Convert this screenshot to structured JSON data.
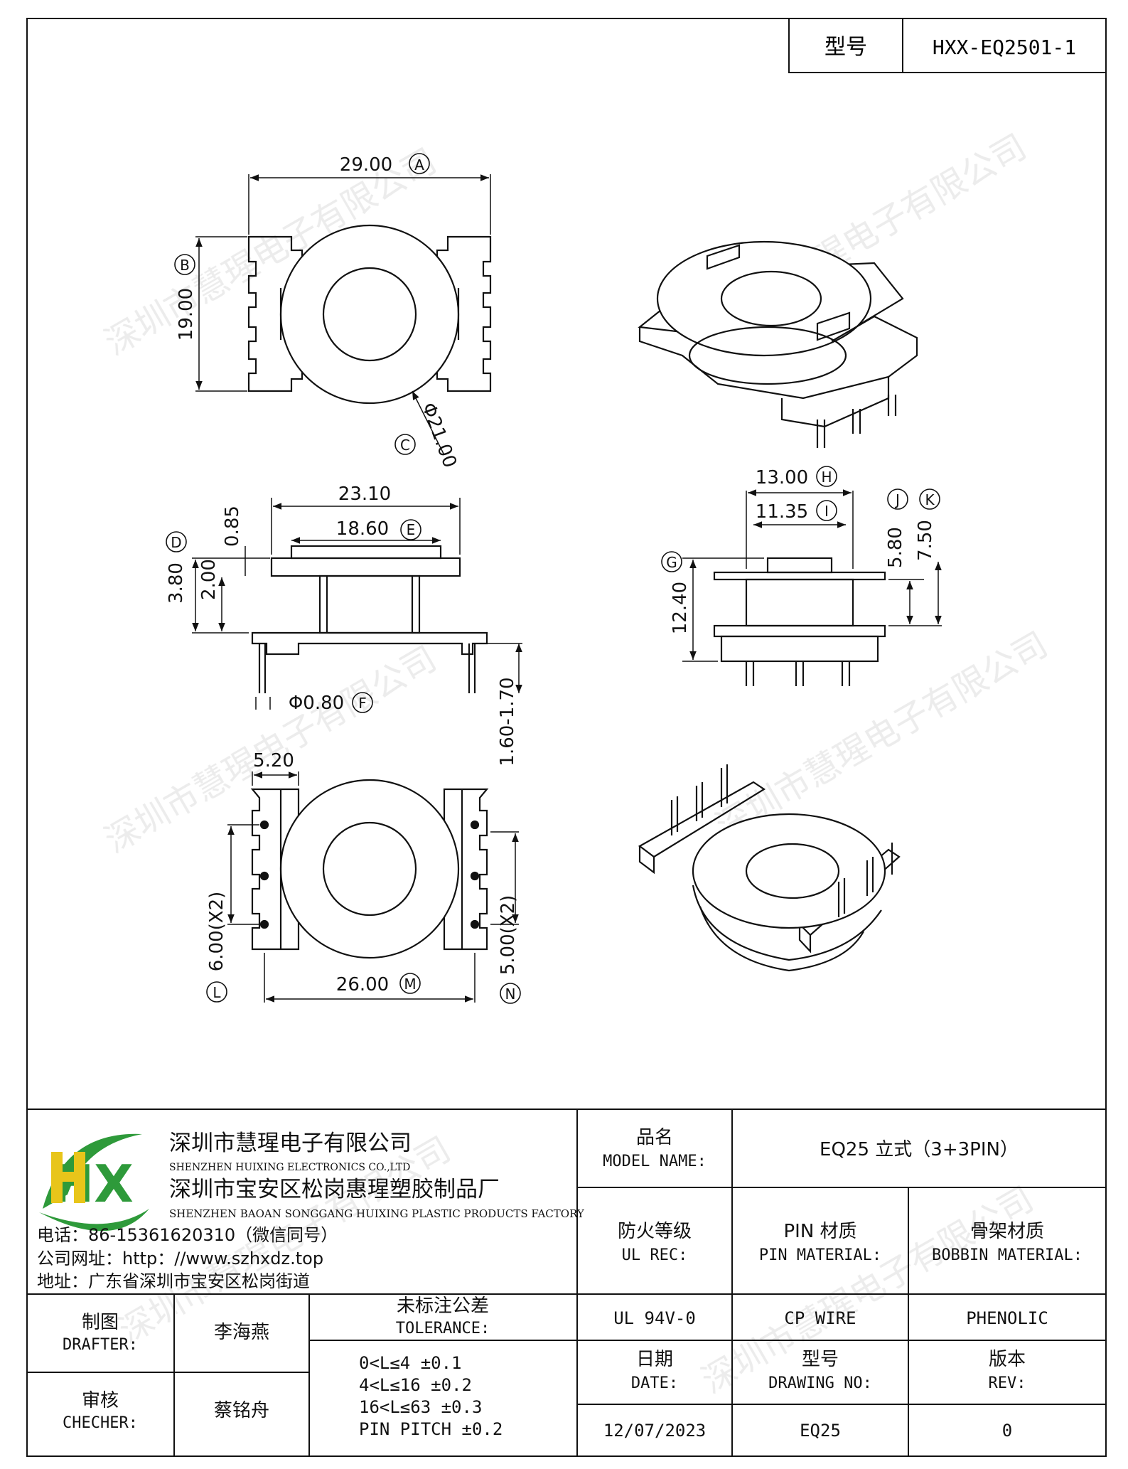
{
  "header": {
    "type_label": "型号",
    "type_value": "HXX-EQ2501-1"
  },
  "dimensions": {
    "a": "29.00",
    "a_tag": "A",
    "b": "19.00",
    "b_tag": "B",
    "c": "Φ21.00",
    "c_tag": "C",
    "width_2310": "23.10",
    "d_top": "0.85",
    "e": "18.60",
    "e_tag": "E",
    "d": "3.80",
    "d_tag": "D",
    "d2": "2.00",
    "f": "Φ0.80",
    "f_tag": "F",
    "pin_len": "1.60-1.70",
    "h": "13.00",
    "h_tag": "H",
    "i": "11.35",
    "i_tag": "I",
    "j": "5.80",
    "j_tag": "J",
    "k": "7.50",
    "k_tag": "K",
    "g": "12.40",
    "g_tag": "G",
    "w520": "5.20",
    "l": "6.00(X2)",
    "l_tag": "L",
    "m": "26.00",
    "m_tag": "M",
    "n": "5.00(X2)",
    "n_tag": "N"
  },
  "watermark": "深圳市慧瑆电子有限公司",
  "company": {
    "name_cn": "深圳市慧瑆电子有限公司",
    "name_en": "SHENZHEN HUIXING ELECTRONICS CO.,LTD",
    "factory_cn": "深圳市宝安区松岗惠瑆塑胶制品厂",
    "factory_en": "SHENZHEN BAOAN SONGGANG HUIXING PLASTIC PRODUCTS FACTORY",
    "phone": "电话：86-15361620310（微信同号）",
    "website": "公司网址：http：//www.szhxdz.top",
    "address": "地址：广东省深圳市宝安区松岗街道",
    "logo_letters": "HX"
  },
  "title_block": {
    "model_name_cn": "品名",
    "model_name_en": "MODEL NAME:",
    "model_name_value": "EQ25 立式（3+3PIN）",
    "ul_cn": "防火等级",
    "ul_en": "UL REC:",
    "pin_cn": "PIN 材质",
    "pin_en": "PIN MATERIAL:",
    "bobbin_cn": "骨架材质",
    "bobbin_en": "BOBBIN MATERIAL:",
    "ul_value": "UL 94V-0",
    "pin_value": "CP WIRE",
    "bobbin_value": "PHENOLIC",
    "drafter_cn": "制图",
    "drafter_en": "DRAFTER:",
    "drafter_value": "李海燕",
    "checker_cn": "审核",
    "checker_en": "CHECHER:",
    "checker_value": "蔡铭舟",
    "tolerance_cn": "未标注公差",
    "tolerance_en": "TOLERANCE:",
    "tolerance_lines": [
      "0<L≤4   ±0.1",
      "4<L≤16  ±0.2",
      "16<L≤63 ±0.3",
      "PIN PITCH ±0.2"
    ],
    "date_cn": "日期",
    "date_en": "DATE:",
    "date_value": "12/07/2023",
    "drawing_cn": "型号",
    "drawing_en": "DRAWING NO:",
    "drawing_value": "EQ25",
    "rev_cn": "版本",
    "rev_en": "REV:",
    "rev_value": "0"
  },
  "colors": {
    "logo_green": "#2e9a3a",
    "logo_yellow": "#e8c51a",
    "line": "#111111",
    "watermark": "#d8d8d8"
  }
}
